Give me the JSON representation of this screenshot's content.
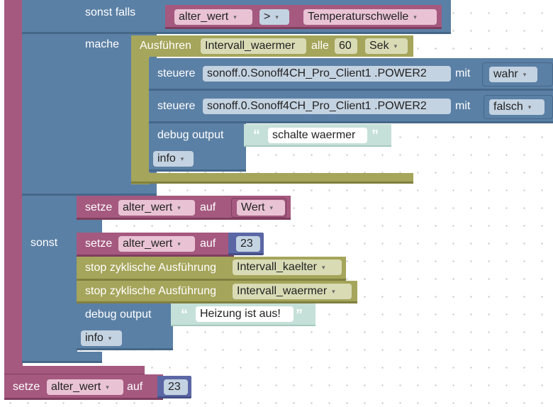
{
  "labels": {
    "sonst_falls": "sonst falls",
    "mache": "mache",
    "sonst": "sonst",
    "ausfuehren": "Ausführen",
    "alle": "alle",
    "steuere": "steuere",
    "mit": "mit",
    "debug_output": "debug output",
    "setze": "setze",
    "auf": "auf",
    "stop_zyklisch": "stop zyklische Ausführung"
  },
  "condition": {
    "left_var": "alter_wert",
    "operator": ">",
    "right_var": "Temperaturschwelle"
  },
  "interval": {
    "name": "Intervall_waermer",
    "every": "60",
    "unit": "Sek"
  },
  "control1": {
    "object": "sonoff.0.Sonoff4CH_Pro_Client1 .POWER2",
    "value": "wahr"
  },
  "control2": {
    "object": "sonoff.0.Sonoff4CH_Pro_Client1 .POWER2",
    "value": "falsch"
  },
  "debug1": {
    "text": "schalte waermer",
    "level": "info"
  },
  "set1": {
    "var": "alter_wert",
    "value": "Wert"
  },
  "set2": {
    "var": "alter_wert",
    "value": "23"
  },
  "stop1": {
    "name": "Intervall_kaelter"
  },
  "stop2": {
    "name": "Intervall_waermer"
  },
  "debug2": {
    "text": "Heizung ist aus!",
    "level": "info"
  },
  "set3": {
    "var": "alter_wert",
    "value": "23"
  },
  "quote_open": "“",
  "quote_close": "”",
  "dropdown_glyph": "▾",
  "colors": {
    "logic_pink": "#a5597f",
    "control_blue": "#5b80a5",
    "timer_green": "#a5a55b",
    "text_mint": "#c5e0d8"
  }
}
